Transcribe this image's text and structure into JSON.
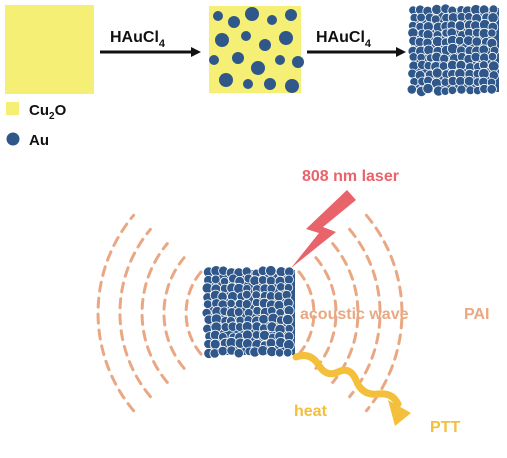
{
  "colors": {
    "cu2o": "#f6ef76",
    "au": "#2f578a",
    "arrow": "#111111",
    "wave": "#e9a883",
    "laser": "#e8636a",
    "heat": "#f4bf3a"
  },
  "synthesis": {
    "step1_reagent": "HAuCl",
    "step1_subscript": "4",
    "step2_reagent": "HAuCl",
    "step2_subscript": "4"
  },
  "legend": {
    "cu2o_base": "Cu",
    "cu2o_sub": "2",
    "cu2o_tail": "O",
    "au_label": "Au"
  },
  "mechanism": {
    "laser_label": "808 nm laser",
    "acoustic_label": "acoustic wave",
    "pai_label": "PAI",
    "heat_label": "heat",
    "ptt_label": "PTT"
  }
}
